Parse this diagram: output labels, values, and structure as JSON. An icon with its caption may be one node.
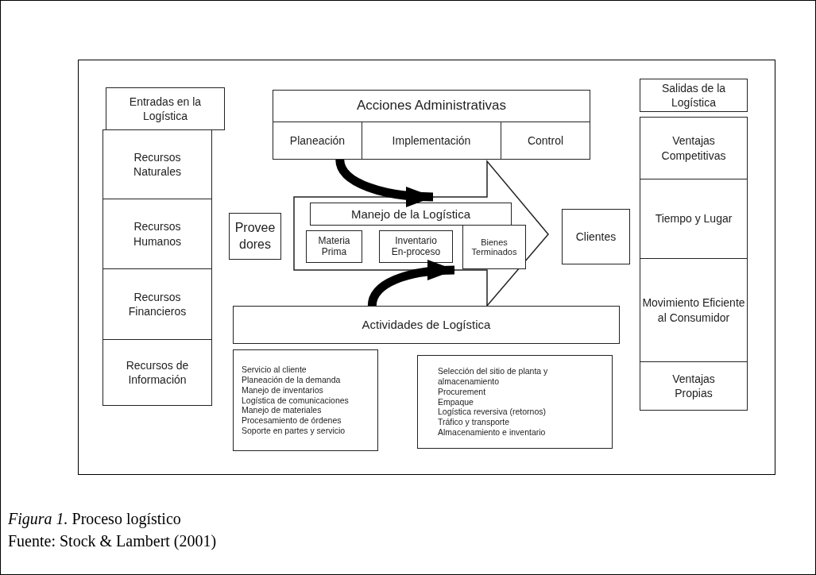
{
  "diagram": {
    "caption": "*Figura 1.* Proceso logístico",
    "nodes": [
      {
        "text": [
          "Entradas en la Logística"
        ]
      },
      {
        "text": [
          "Recursos Naturales"
        ]
      },
      {
        "text": [
          "Recursos Humanos"
        ]
      },
      {
        "text": [
          "Recursos Financieros"
        ]
      },
      {
        "text": [
          "Recursos de Información"
        ]
      },
      {
        "text": [
          "Acciones Administrativas"
        ]
      },
      {
        "text": [
          "Planeación"
        ]
      },
      {
        "text": [
          "Implementación"
        ]
      },
      {
        "text": [
          "Control"
        ]
      },
      {
        "text": [],
        "shape": "arrow"
      },
      {
        "text": [
          "Manejo de la Logística"
        ],
        "in": 9
      },
      {
        "text": [
          "Materia Prima"
        ],
        "in": 9
      },
      {
        "text": [
          "Inventario En-proceso"
        ],
        "in": 9
      },
      {
        "text": [
          "Bienes Terminados"
        ],
        "in": 9
      },
      {
        "text": [
          "Provee dores"
        ]
      },
      {
        "text": [
          "Clientes"
        ]
      },
      {
        "text": [
          "Actividades de Logística"
        ]
      },
      {
        "text": [
          "Servicio al cliente",
          "Planeación de la demanda",
          "Manejo de inventarios",
          "Logística de comunicaciones",
          "Manejo de materiales",
          "Procesamiento de órdenes",
          "Soporte en partes y servicio"
        ]
      },
      {
        "text": [
          "Selección del sitio de planta y almacenamiento",
          "Procurement",
          "Empaque",
          "Logística reversiva (retornos)",
          "Tráfico y transporte",
          "Almacenamiento e inventario"
        ]
      },
      {
        "text": [
          "Salidas de la Logística"
        ]
      },
      {
        "text": [
          "Ventajas Competitivas"
        ]
      },
      {
        "text": [
          "Tiempo y Lugar"
        ]
      },
      {
        "text": [
          "Movimiento Eficiente al Consumidor"
        ]
      },
      {
        "text": [
          "Ventajas Propias"
        ]
      }
    ],
    "edges": [
      {
        "from": 6,
        "to": 9,
        "arrow": "to"
      },
      {
        "from": 16,
        "to": 9,
        "arrow": "to"
      }
    ],
    "labels": [
      "Fuente: Stock & Lambert (2001)"
    ]
  }
}
